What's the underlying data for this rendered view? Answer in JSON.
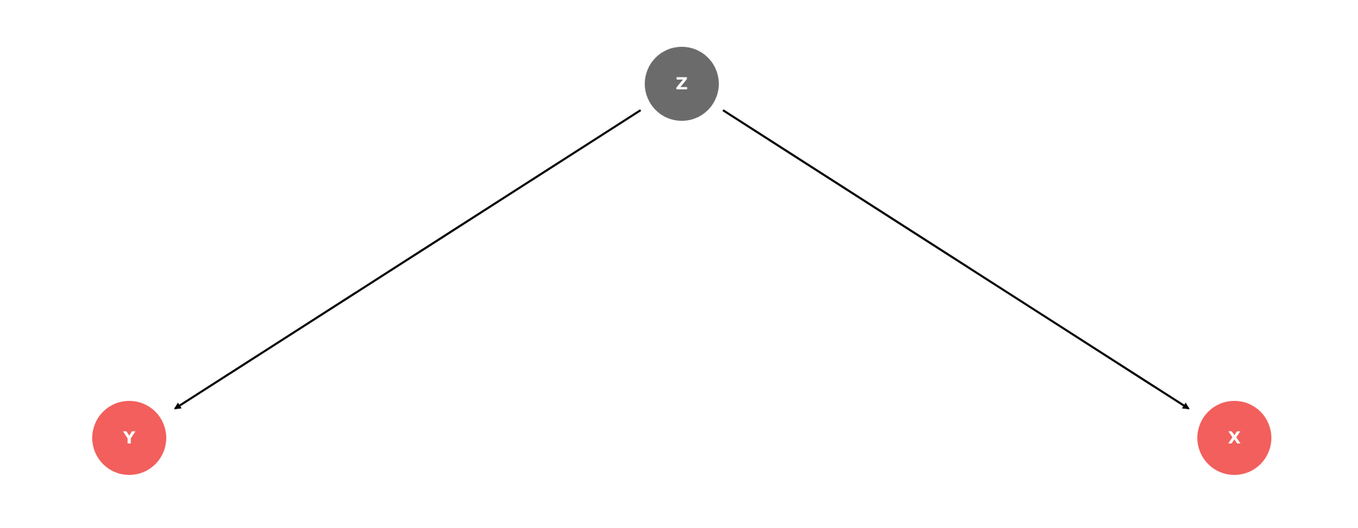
{
  "diagram": {
    "type": "directed-acyclic-graph",
    "nodes": [
      {
        "id": "Z",
        "label": "Z",
        "color": "#6b6b6b"
      },
      {
        "id": "Y",
        "label": "Y",
        "color": "#f25f5c"
      },
      {
        "id": "X",
        "label": "X",
        "color": "#f25f5c"
      }
    ],
    "edges": [
      {
        "from": "Z",
        "to": "Y"
      },
      {
        "from": "Z",
        "to": "X"
      }
    ],
    "edge_color": "#000000"
  }
}
